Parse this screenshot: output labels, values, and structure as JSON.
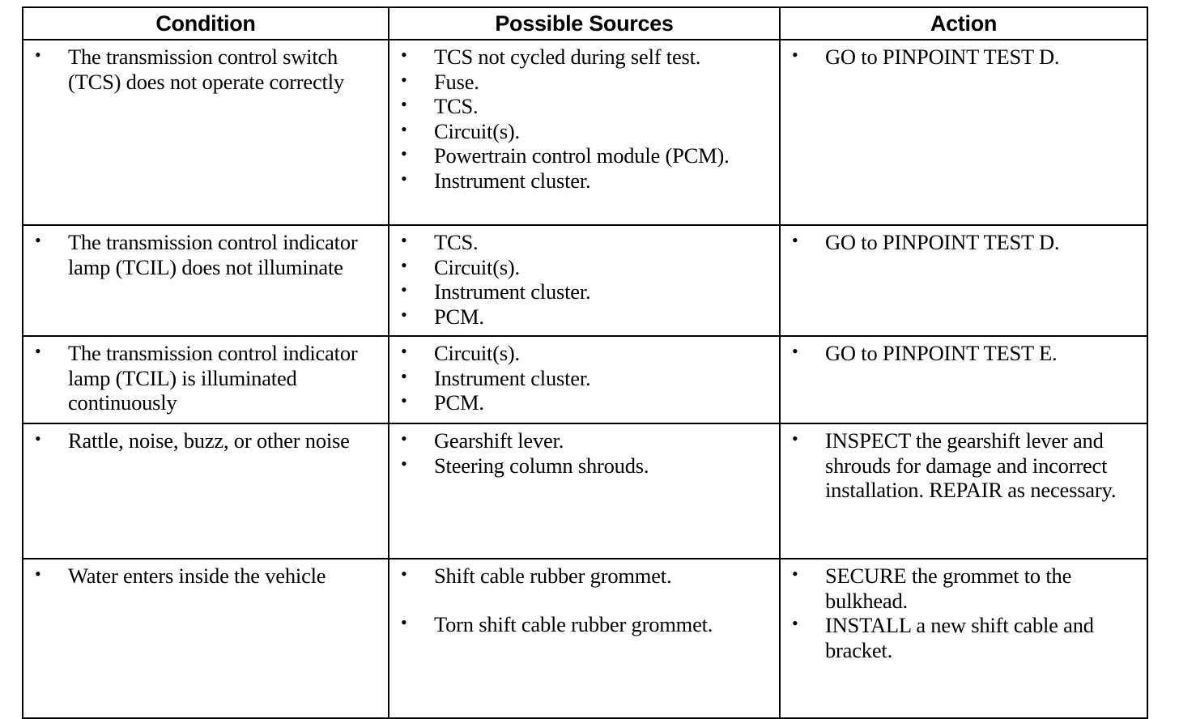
{
  "headers": {
    "condition": "Condition",
    "sources": "Possible Sources",
    "action": "Action"
  },
  "bullet": "•",
  "rows": [
    {
      "condition": [
        "The transmission control switch (TCS) does not operate correctly"
      ],
      "sources": [
        "TCS not cycled during self test.",
        "Fuse.",
        "TCS.",
        "Circuit(s).",
        "Powertrain control module (PCM).",
        "Instrument cluster."
      ],
      "actions": [
        "GO to  PINPOINT TEST D."
      ]
    },
    {
      "condition": [
        "The transmission control indicator lamp (TCIL) does not illuminate"
      ],
      "sources": [
        "TCS.",
        "Circuit(s).",
        "Instrument cluster.",
        "PCM."
      ],
      "actions": [
        "GO to  PINPOINT TEST D."
      ]
    },
    {
      "condition": [
        "The transmission control indicator lamp (TCIL) is illuminated continuously"
      ],
      "sources": [
        "Circuit(s).",
        "Instrument cluster.",
        "PCM."
      ],
      "actions": [
        "GO to  PINPOINT TEST E."
      ]
    },
    {
      "condition": [
        "Rattle, noise, buzz, or other noise"
      ],
      "sources": [
        "Gearshift lever.",
        "Steering column shrouds."
      ],
      "actions": [
        "INSPECT the gearshift lever and shrouds for damage and incorrect installation. REPAIR as necessary."
      ]
    },
    {
      "condition": [
        "Water enters inside the vehicle"
      ],
      "sources": [
        "Shift cable rubber grommet.",
        "Torn shift cable rubber grommet."
      ],
      "actions": [
        "SECURE the grommet to the bulkhead.",
        "INSTALL a new shift cable and bracket."
      ]
    }
  ]
}
